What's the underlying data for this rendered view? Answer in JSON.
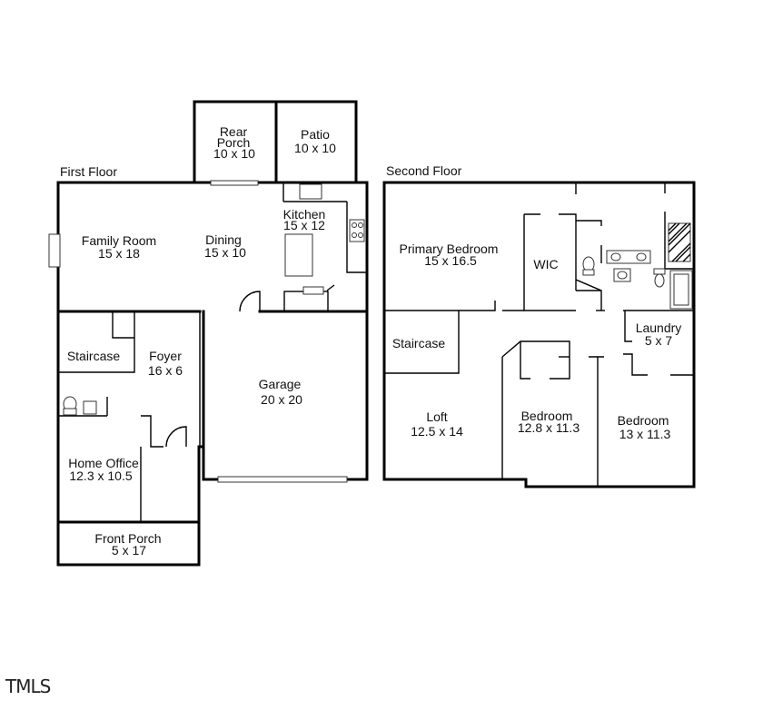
{
  "floors": {
    "first": {
      "title": "First Floor"
    },
    "second": {
      "title": "Second Floor"
    }
  },
  "rooms": {
    "rear_porch": {
      "name": "Rear\nPorch",
      "size": "10 x 10"
    },
    "patio": {
      "name": "Patio",
      "size": "10 x 10"
    },
    "family_room": {
      "name": "Family Room",
      "size": "15 x 18"
    },
    "dining": {
      "name": "Dining",
      "size": "15 x 10"
    },
    "kitchen": {
      "name": "Kitchen",
      "size": "15 x 12"
    },
    "staircase_1": {
      "name": "Staircase",
      "size": ""
    },
    "foyer": {
      "name": "Foyer",
      "size": "16 x 6"
    },
    "garage": {
      "name": "Garage",
      "size": "20 x 20"
    },
    "home_office": {
      "name": "Home Office",
      "size": "12.3 x 10.5"
    },
    "front_porch": {
      "name": "Front Porch",
      "size": "5 x 17"
    },
    "primary_bedroom": {
      "name": "Primary Bedroom",
      "size": "15 x 16.5"
    },
    "wic": {
      "name": "WIC",
      "size": ""
    },
    "laundry": {
      "name": "Laundry",
      "size": "5 x 7"
    },
    "staircase_2": {
      "name": "Staircase",
      "size": ""
    },
    "loft": {
      "name": "Loft",
      "size": "12.5 x 14"
    },
    "bedroom_a": {
      "name": "Bedroom",
      "size": "12.8 x 11.3"
    },
    "bedroom_b": {
      "name": "Bedroom",
      "size": "13 x 11.3"
    }
  },
  "watermark": "TMLS"
}
